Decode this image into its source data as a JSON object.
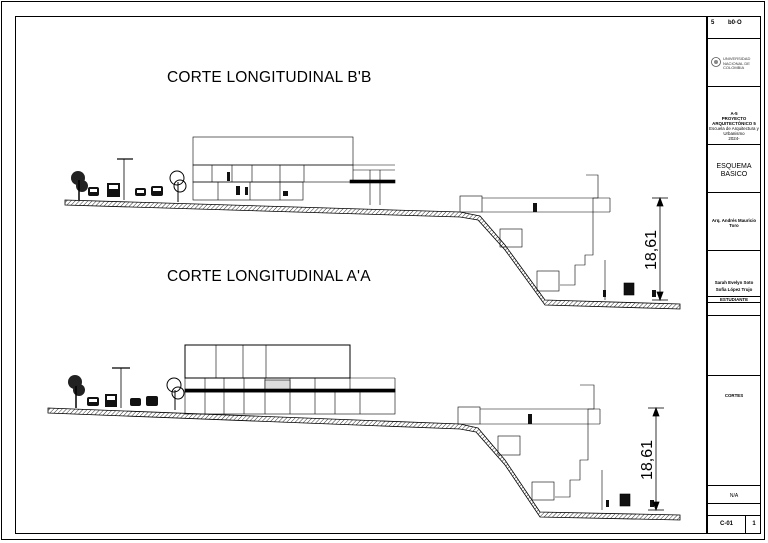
{
  "drawing": {
    "section_bb_title": "CORTE LONGITUDINAL B'B",
    "section_aa_title": "CORTE LONGITUDINAL A'A",
    "height_dimension_bb": "18,61",
    "height_dimension_aa": "18,61"
  },
  "titleblock": {
    "top_left_mark": "5",
    "top_right_mark": "b0·O",
    "university_name": "UNIVERSIDAD NACIONAL DE COLOMBIA",
    "course_line1": "A-5",
    "course_line2": "PROYECTO",
    "course_line3": "ARQUITECTÓNICO 5",
    "course_line4": "Escuela de Arquitectura y",
    "course_line5": "Urbanismo",
    "course_line6": "2024-",
    "content_line1": "ESQUEMA",
    "content_line2": "BASICO",
    "professor": "Arq. Andrés Mauricio Toro",
    "student1": "Sarah Evelyn Soto",
    "student2": "Sofía López Trujo",
    "students_label": "ESTUDIANTE",
    "sheet_content": "CORTES",
    "scale": "N/A",
    "sheet_code": "C-01",
    "sheet_number": "1"
  },
  "colors": {
    "line": "#000000",
    "hatch": "#555555",
    "background": "#ffffff"
  }
}
